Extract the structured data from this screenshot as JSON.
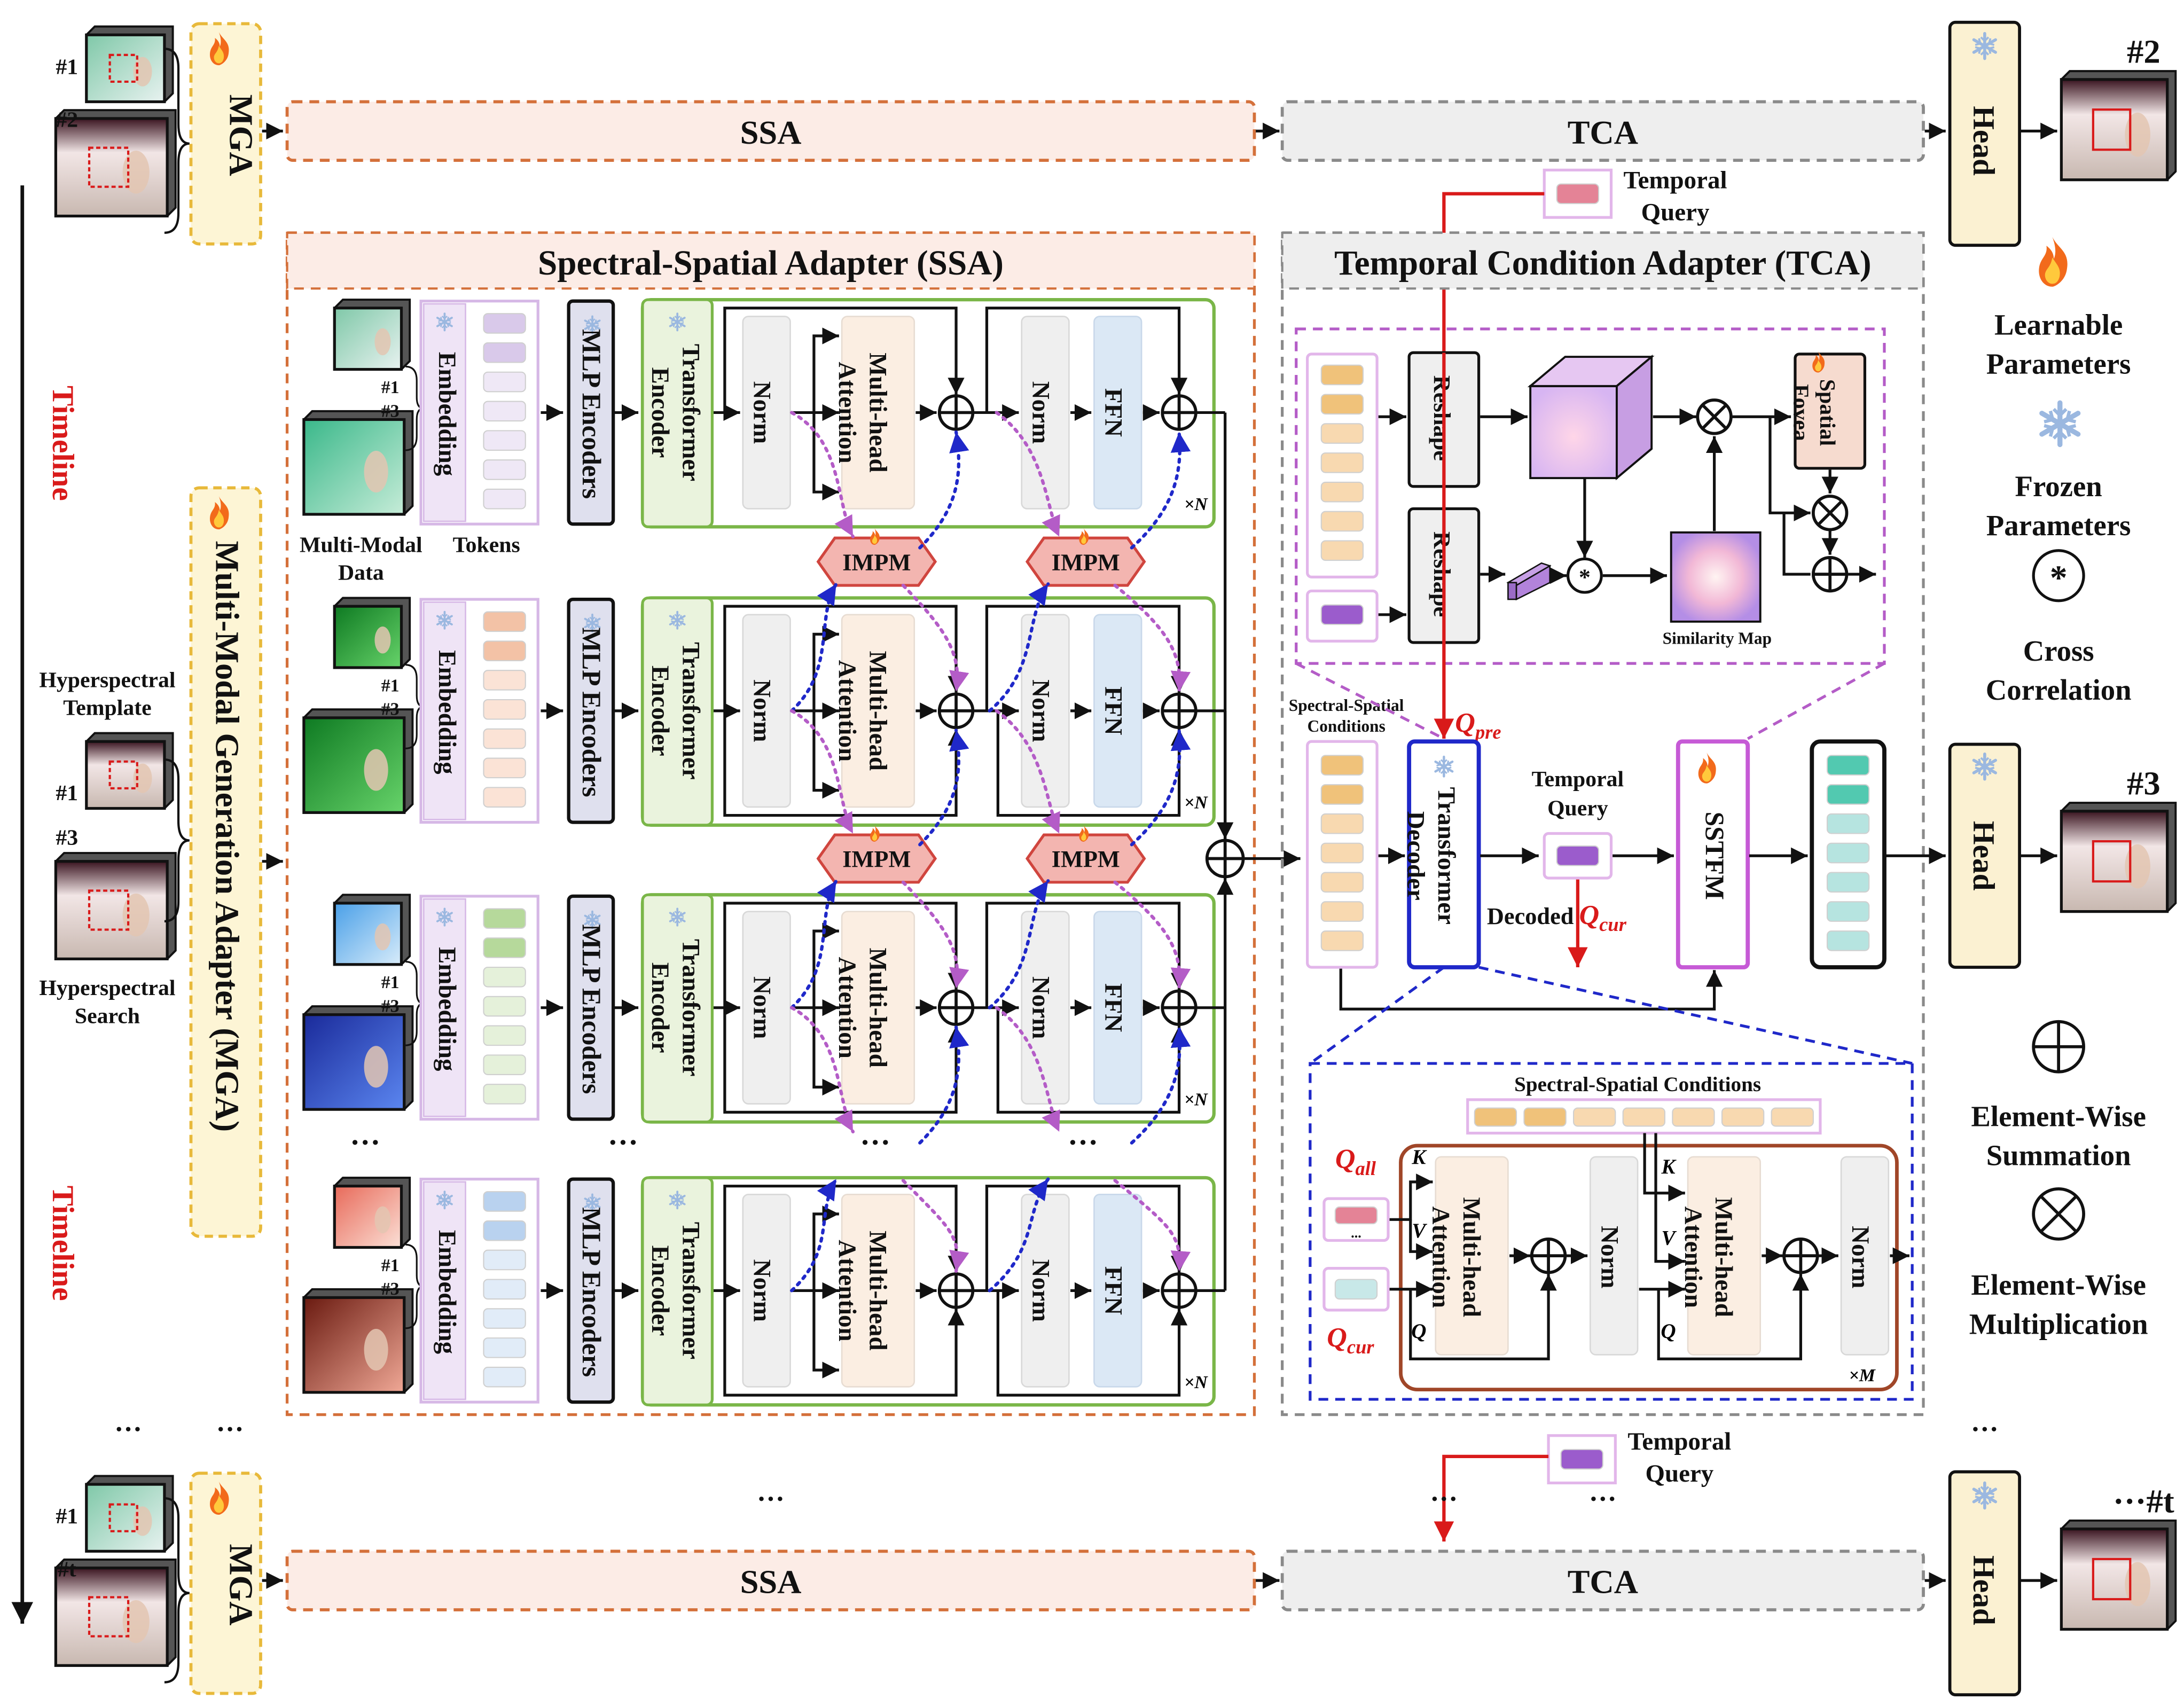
{
  "top_row": {
    "frame_a": "#1",
    "frame_b": "#2",
    "mga": "MGA",
    "ssa": "SSA",
    "tca": "TCA",
    "head": "Head",
    "output": "#2"
  },
  "temporal_query": "Temporal Query",
  "ssa_panel": {
    "title": "Spectral-Spatial Adapter (SSA)",
    "embedding": "Embedding",
    "mlp": "MLP Encoders",
    "encoder": "Transformer Encoder",
    "norm": "Norm",
    "mha": "Multi-head Attention",
    "ffn": "FFN",
    "impm": "IMPM",
    "repeat": "×N",
    "idx1": "#1",
    "idx3": "#3",
    "multimodal_data": "Multi-Modal Data",
    "tokens": "Tokens",
    "ellipsis": "···"
  },
  "mga_panel": {
    "title": "Multi-Modal Generation Adapter (MGA)"
  },
  "left_inputs": {
    "timeline": "Timeline",
    "hs_template": "Hyperspectral Template",
    "hs_search": "Hyperspectral Search",
    "frame_a": "#1",
    "frame_b": "#3"
  },
  "tca_panel": {
    "title": "Temporal Condition Adapter (TCA)",
    "reshape": "Reshape",
    "similarity_map": "Similarity Map",
    "spatial_fovea": "Spatial Fovea",
    "ss_conditions": "Spectral-Spatial Conditions",
    "decoder": "Transformer Decoder",
    "q_pre": "Q",
    "q_pre_sub": "pre",
    "temporal_query": "Temporal Query",
    "decoded": "Decoded",
    "q_cur": "Q",
    "q_cur_sub": "cur",
    "sstfm": "SSTFM",
    "head": "Head",
    "output": "#3"
  },
  "decoder_detail": {
    "conditions": "Spectral-Spatial Conditions",
    "q_all": "Q",
    "q_all_sub": "all",
    "q_cur": "Q",
    "q_cur_sub": "cur",
    "k": "K",
    "v": "V",
    "q": "Q",
    "mha": "Multi-head Attention",
    "norm": "Norm",
    "repeat": "×M",
    "dots": "..."
  },
  "bottom_row": {
    "frame_a": "#1",
    "frame_b": "#t",
    "mga": "MGA",
    "ssa": "SSA",
    "tca": "TCA",
    "head": "Head",
    "output": "···#t",
    "ellipsis": "···"
  },
  "legend": {
    "learnable": "Learnable Parameters",
    "frozen": "Frozen Parameters",
    "cross_corr": "Cross Correlation",
    "sum": "Element-Wise Summation",
    "mult": "Element-Wise Multiplication"
  },
  "colors": {
    "ssa_border": "#d4703a",
    "ssa_fill": "#fcece6",
    "tca_border": "#8a8a8a",
    "tca_fill": "#eeeeee",
    "mga_border": "#e8b93a",
    "mga_fill": "#fdf5d5",
    "green_border": "#7ab648",
    "green_fill": "#eaf3dd",
    "impm_fill": "#f3b5b0",
    "purple": "#b45cc7",
    "blue": "#1f28c9",
    "red": "#d91a1a",
    "head_fill": "#fbf1d2"
  }
}
